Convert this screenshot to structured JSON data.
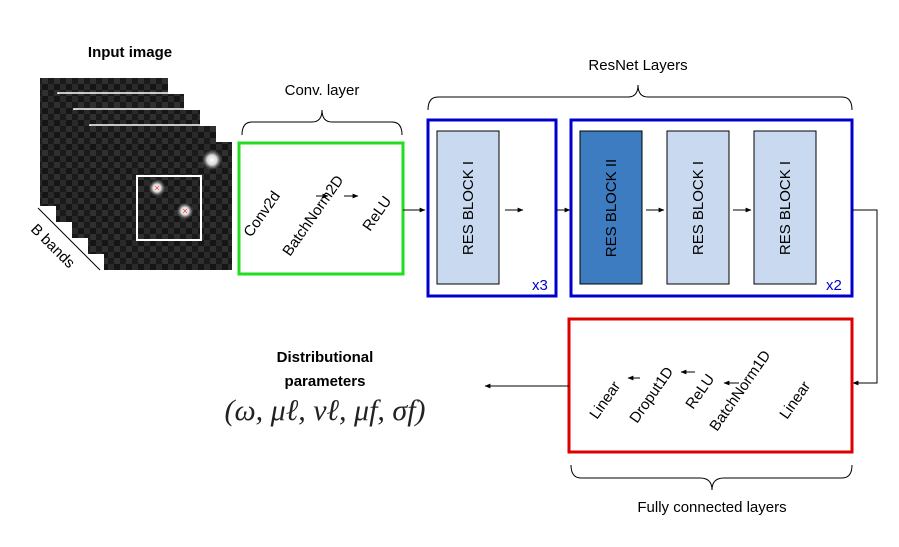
{
  "input": {
    "title": "Input image",
    "bands_label": "B bands"
  },
  "conv": {
    "title": "Conv. layer",
    "border_color": "#22dd22",
    "ops": [
      "Conv2d",
      "BatchNorm2D",
      "ReLU"
    ]
  },
  "resnet": {
    "title": "ResNet Layers",
    "border_color": "#0000cc",
    "group1": {
      "block_label": "RES BLOCK I",
      "repeat": "x3"
    },
    "group2": {
      "block_labels": [
        "RES BLOCK II",
        "RES BLOCK I",
        "RES BLOCK I"
      ],
      "repeat": "x2"
    },
    "block_fill": "#c9daf0",
    "block_fill_dark": "#3d7cc0"
  },
  "fc": {
    "title": "Fully connected layers",
    "border_color": "#dd0000",
    "ops": [
      "Linear",
      "Droput1D",
      "ReLU",
      "BatchNorm1D",
      "Linear"
    ]
  },
  "output": {
    "title_line1": "Distributional",
    "title_line2": "parameters",
    "formula": "(ω, μℓ, νℓ, μf, σf)"
  }
}
